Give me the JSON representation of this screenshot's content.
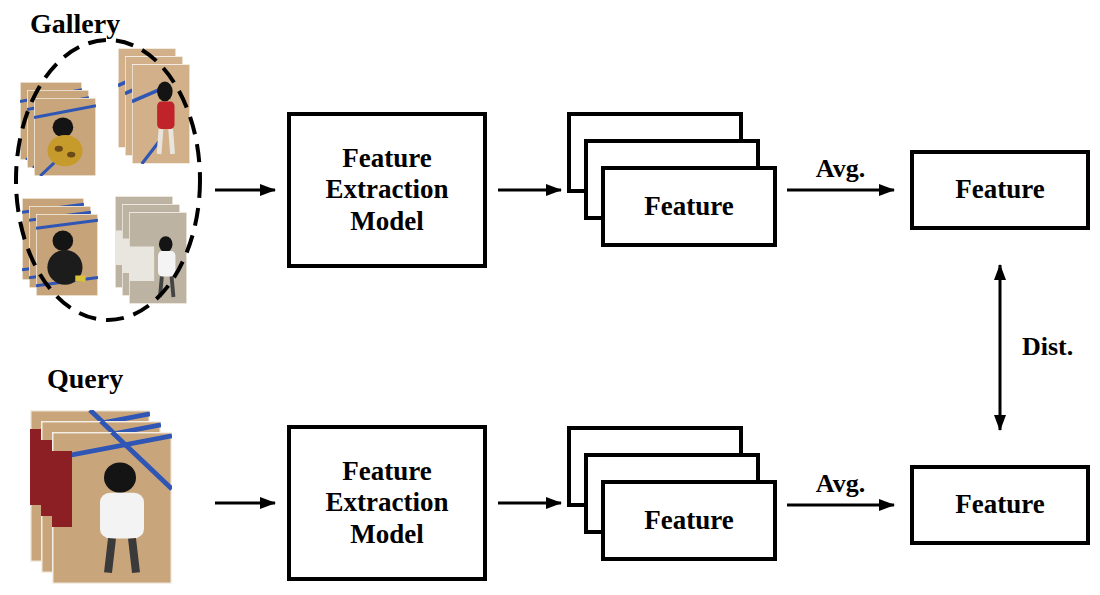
{
  "diagram": {
    "nodes": [
      {
        "text": [
          "Gallery"
        ]
      },
      {
        "text": [
          "Feature Extraction Model"
        ]
      },
      {
        "text": [
          "Feature"
        ]
      },
      {
        "text": [
          "Feature"
        ]
      },
      {
        "text": [
          "Query"
        ]
      },
      {
        "text": [
          "Feature Extraction Model"
        ]
      },
      {
        "text": [
          "Feature"
        ]
      },
      {
        "text": [
          "Feature"
        ]
      }
    ],
    "edges": [
      {
        "from": 0,
        "to": 1,
        "arrow": "to"
      },
      {
        "from": 1,
        "to": 2,
        "arrow": "to"
      },
      {
        "from": 2,
        "to": 3,
        "label": "Avg.",
        "arrow": "to"
      },
      {
        "from": 3,
        "to": 7,
        "label": "Dist.",
        "arrow": "both"
      },
      {
        "from": 4,
        "to": 5,
        "arrow": "to"
      },
      {
        "from": 5,
        "to": 6,
        "arrow": "to"
      },
      {
        "from": 6,
        "to": 7,
        "label": "Avg.",
        "arrow": "to"
      }
    ]
  }
}
